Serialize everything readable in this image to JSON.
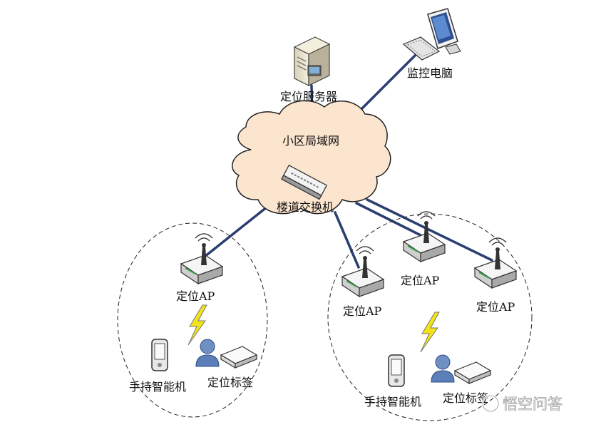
{
  "labels": {
    "positioning_server": "定位服务器",
    "monitor_pc": "监控电脑",
    "lan": "小区局域网",
    "switch": "楼道交换机",
    "ap_left": "定位AP",
    "ap_mid_left": "定位AP",
    "ap_mid_top": "定位AP",
    "ap_right": "定位AP",
    "handheld_left": "手持智能机",
    "tag_left": "定位标签",
    "handheld_right": "手持智能机",
    "tag_right": "定位标签"
  },
  "watermark": {
    "text": "悟空问答"
  },
  "colors": {
    "link": "#2b3e72",
    "cloud_fill": "#fbe5cf",
    "cloud_stroke": "#222222",
    "zone_stroke": "#222222",
    "lightning": "#f2e21a",
    "person": "#5b7fb8"
  }
}
